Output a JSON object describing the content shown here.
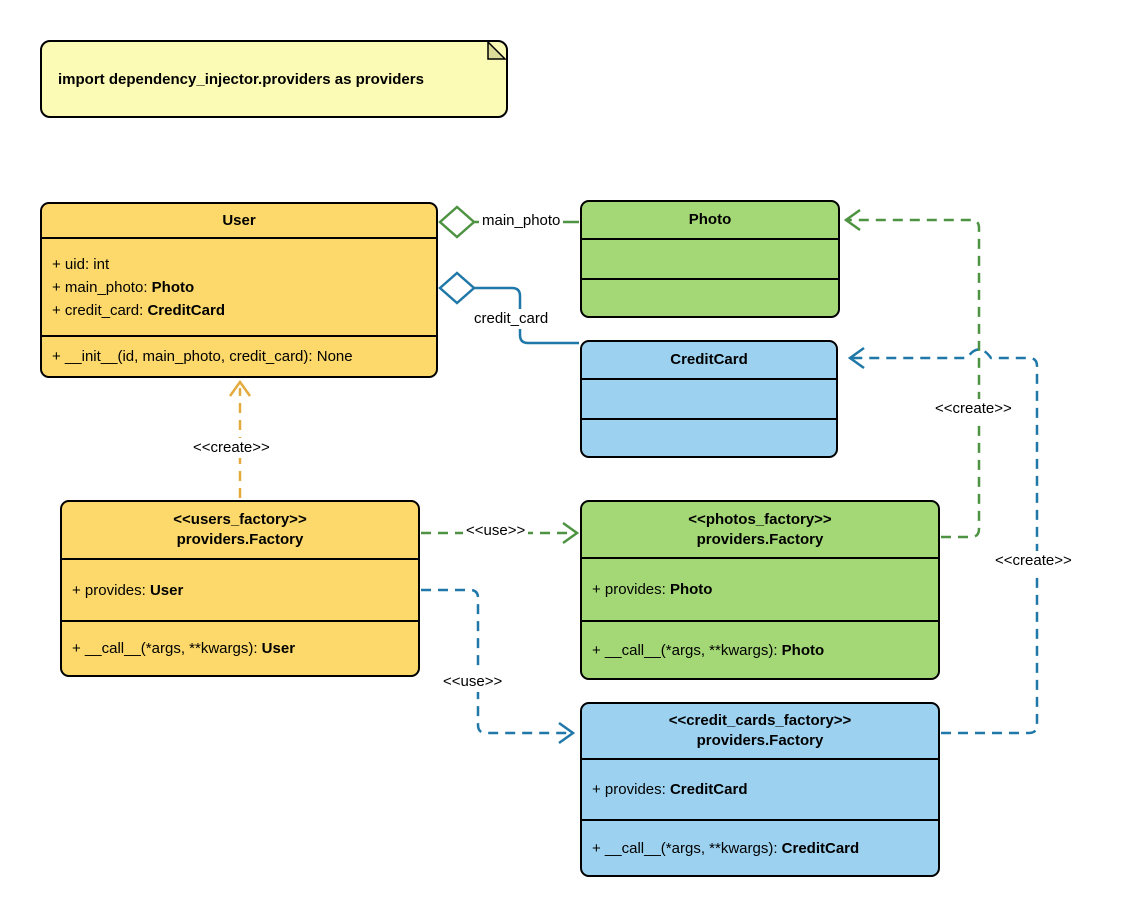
{
  "note": {
    "text": "import dependency_injector.providers as providers"
  },
  "colors": {
    "yellow_fill": "#FCD96A",
    "green_fill": "#A4D876",
    "blue_fill": "#9CD2F0",
    "note_fill": "#FBFBB6",
    "gold_line": "#E3AA3D",
    "green_line": "#4D9342",
    "blue_line": "#1F78A8"
  },
  "classes": {
    "user": {
      "title": "User",
      "attributes": [
        {
          "text": "+ uid: int",
          "type": ""
        },
        {
          "text": "+ main_photo: ",
          "type": "Photo"
        },
        {
          "text": "+ credit_card: ",
          "type": "CreditCard"
        }
      ],
      "methods": [
        {
          "text": "+ __init__(id, main_photo, credit_card): None",
          "type": ""
        }
      ]
    },
    "photo": {
      "title": "Photo"
    },
    "credit_card": {
      "title": "CreditCard"
    },
    "users_factory": {
      "stereotype": "<<users_factory>>",
      "title": "providers.Factory",
      "attributes": [
        {
          "text": "+ provides: ",
          "type": "User"
        }
      ],
      "methods": [
        {
          "text": "+ __call__(*args, **kwargs): ",
          "type": "User"
        }
      ]
    },
    "photos_factory": {
      "stereotype": "<<photos_factory>>",
      "title": "providers.Factory",
      "attributes": [
        {
          "text": "+ provides: ",
          "type": "Photo"
        }
      ],
      "methods": [
        {
          "text": "+ __call__(*args, **kwargs): ",
          "type": "Photo"
        }
      ]
    },
    "credit_cards_factory": {
      "stereotype": "<<credit_cards_factory>>",
      "title": "providers.Factory",
      "attributes": [
        {
          "text": "+ provides: ",
          "type": "CreditCard"
        }
      ],
      "methods": [
        {
          "text": "+ __call__(*args, **kwargs): ",
          "type": "CreditCard"
        }
      ]
    }
  },
  "edges": {
    "user_main_photo": {
      "label": "main_photo",
      "kind": "aggregation"
    },
    "user_credit_card": {
      "label": "credit_card",
      "kind": "aggregation"
    },
    "users_factory_creates_user": {
      "label": "<<create>>",
      "kind": "dashed-dependency"
    },
    "users_factory_uses_photos_factory": {
      "label": "<<use>>",
      "kind": "dashed-dependency"
    },
    "users_factory_uses_credit_cards_factory": {
      "label": "<<use>>",
      "kind": "dashed-dependency"
    },
    "photos_factory_creates_photo": {
      "label": "<<create>>",
      "kind": "dashed-dependency"
    },
    "credit_cards_factory_creates_credit_card": {
      "label": "<<create>>",
      "kind": "dashed-dependency"
    }
  }
}
